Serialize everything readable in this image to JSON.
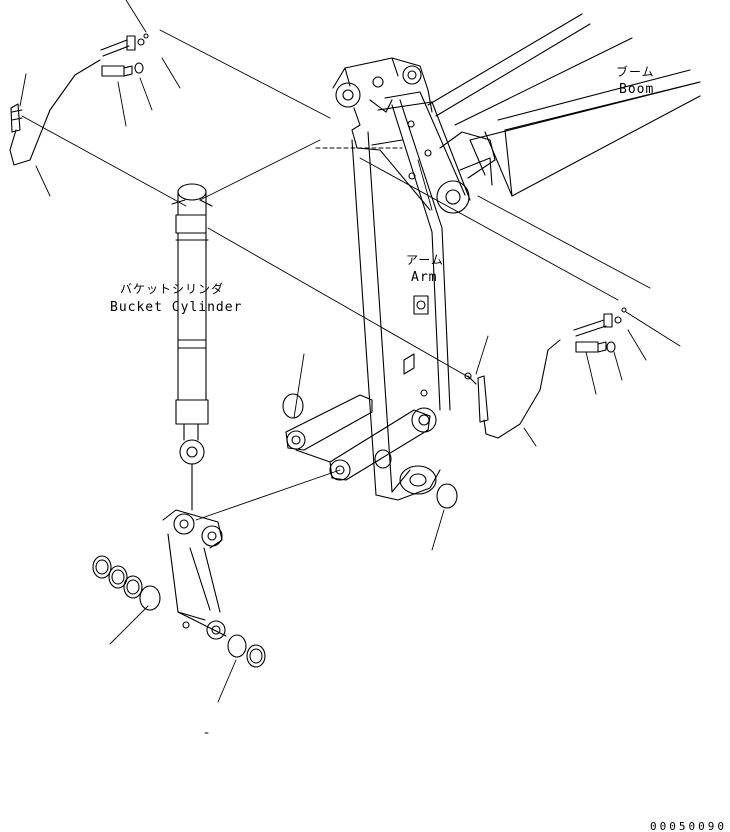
{
  "labels": {
    "boom_jp": "ブーム",
    "boom_en": "Boom",
    "arm_jp": "アーム",
    "arm_en": "Arm",
    "cylinder_jp": "バケットシリンダ",
    "cylinder_en": "Bucket Cylinder"
  },
  "drawing_code": "00050090",
  "colors": {
    "ink": "#000000",
    "paper": "#ffffff"
  }
}
